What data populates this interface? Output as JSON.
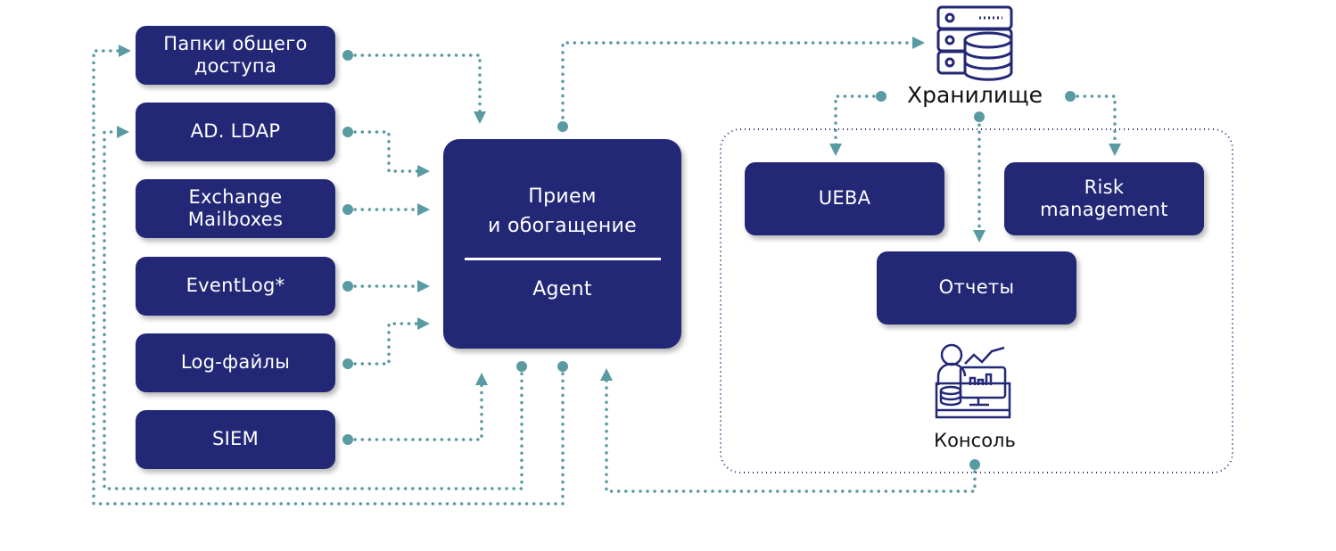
{
  "sources": [
    {
      "id": "shared-folders",
      "lines": [
        "Папки общего",
        "доступа"
      ]
    },
    {
      "id": "ad-ldap",
      "lines": [
        "AD. LDAP"
      ]
    },
    {
      "id": "exchange",
      "lines": [
        "Exchange",
        "Mailboxes"
      ]
    },
    {
      "id": "eventlog",
      "lines": [
        "EventLog*"
      ]
    },
    {
      "id": "log-files",
      "lines": [
        "Log-файлы"
      ]
    },
    {
      "id": "siem",
      "lines": [
        "SIEM"
      ]
    }
  ],
  "agent": {
    "title_line1": "Прием",
    "title_line2": "и обогащение",
    "subtitle": "Agent"
  },
  "storage": {
    "label": "Хранилище",
    "icon": "database-server-icon"
  },
  "modules": {
    "ueba": "UEBA",
    "risk_line1": "Risk",
    "risk_line2": "management",
    "reports": "Отчеты"
  },
  "console": {
    "label": "Консоль",
    "icon": "analyst-console-icon"
  },
  "colors": {
    "box": "#232876",
    "connector": "#5a9aa3",
    "frame": "#232876"
  }
}
